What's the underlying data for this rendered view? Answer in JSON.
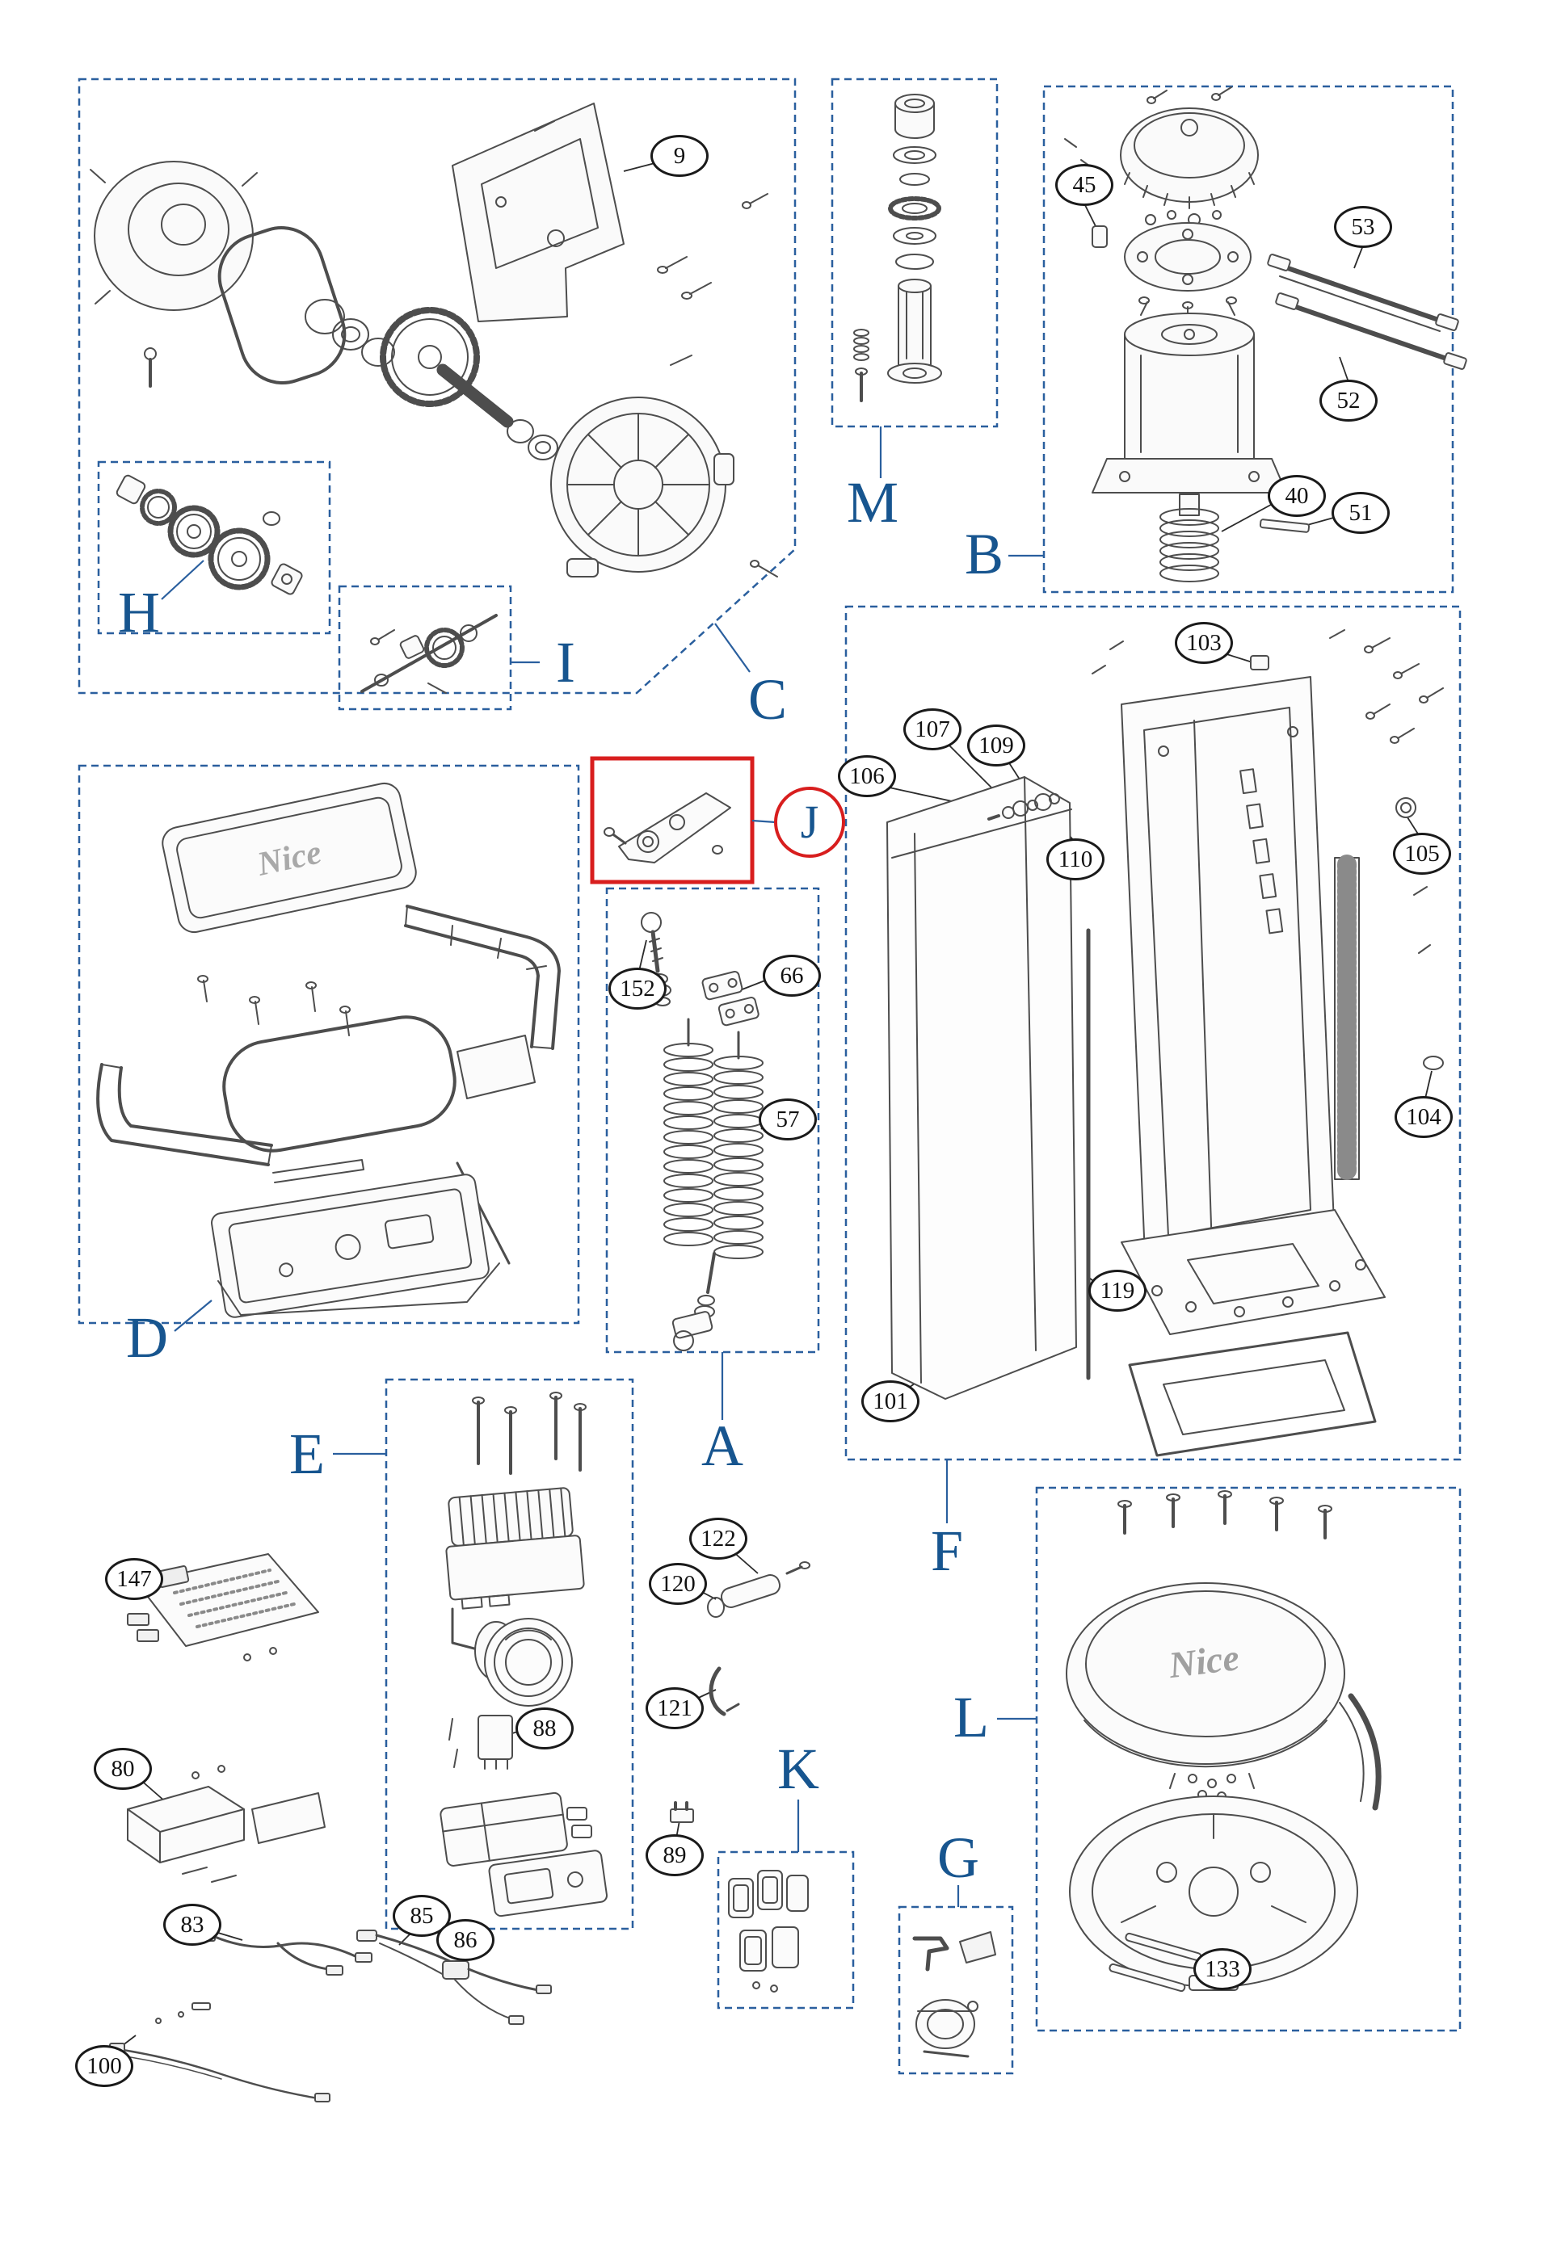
{
  "brand": "Nice",
  "colors": {
    "page_bg": "#ffffff",
    "section_box": "#2a5f9e",
    "section_label": "#17558f",
    "highlight_box": "#d81e1e",
    "callout_border": "#1a1a1a",
    "drawing_line": "#4d4d4d"
  },
  "sections": {
    "A": "A",
    "B": "B",
    "C": "C",
    "D": "D",
    "E": "E",
    "F": "F",
    "G": "G",
    "H": "H",
    "I": "I",
    "J": "J",
    "K": "K",
    "L": "L",
    "M": "M"
  },
  "callouts": {
    "9": "9",
    "40": "40",
    "45": "45",
    "51": "51",
    "52": "52",
    "53": "53",
    "57": "57",
    "66": "66",
    "80": "80",
    "83": "83",
    "85": "85",
    "86": "86",
    "88": "88",
    "89": "89",
    "100": "100",
    "101": "101",
    "103": "103",
    "104": "104",
    "105": "105",
    "106": "106",
    "107": "107",
    "109": "109",
    "110": "110",
    "119": "119",
    "120": "120",
    "121": "121",
    "122": "122",
    "133": "133",
    "147": "147",
    "152": "152"
  }
}
